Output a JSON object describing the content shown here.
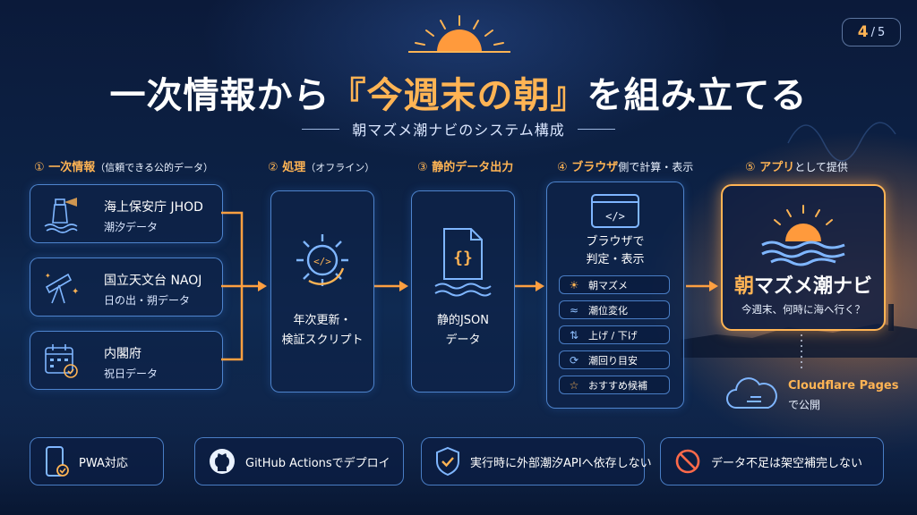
{
  "page": {
    "current": "4",
    "separator": "/",
    "total": "5"
  },
  "title": {
    "pre": "一次情報から",
    "hl": "『今週末の朝』",
    "post": "を組み立てる"
  },
  "subtitle": "朝マズメ潮ナビのシステム構成",
  "columns": [
    {
      "num": "①",
      "label": "一次情報",
      "note": "（信頼できる公的データ）"
    },
    {
      "num": "②",
      "label": "処理",
      "note": "（オフライン）"
    },
    {
      "num": "③",
      "label": "静的データ出力",
      "note": ""
    },
    {
      "num": "④",
      "label": "ブラウザ",
      "note": "側で計算・表示"
    },
    {
      "num": "⑤",
      "label": "アプリ",
      "note": "として提供"
    }
  ],
  "sources": [
    {
      "name": "海上保安庁 JHOD",
      "desc": "潮汐データ",
      "icon": "lighthouse-icon"
    },
    {
      "name": "国立天文台 NAOJ",
      "desc": "日の出・朔データ",
      "icon": "telescope-icon"
    },
    {
      "name": "内閣府",
      "desc": "祝日データ",
      "icon": "calendar-icon"
    }
  ],
  "process": {
    "line1": "年次更新・",
    "line2": "検証スクリプト"
  },
  "json_out": {
    "line1": "静的JSON",
    "line2": "データ"
  },
  "browser": {
    "line1": "ブラウザで",
    "line2": "判定・表示",
    "features": [
      "朝マズメ",
      "潮位変化",
      "上げ / 下げ",
      "潮回り目安",
      "おすすめ候補"
    ]
  },
  "app": {
    "name_hl": "朝",
    "name_rest": "マズメ潮ナビ",
    "tagline": "今週末、何時に海へ行く？"
  },
  "hosting": {
    "title": "Cloudflare Pages",
    "sub": "で公開"
  },
  "bottom": [
    {
      "label": "PWA対応",
      "icon": "phone-icon"
    },
    {
      "label": "GitHub Actionsでデプロイ",
      "icon": "github-icon"
    },
    {
      "label": "実行時に外部潮汐APIへ依存しない",
      "icon": "shield-check-icon"
    },
    {
      "label": "データ不足は架空補完しない",
      "icon": "prohibited-icon"
    }
  ],
  "colors": {
    "accent": "#ffb454",
    "frame": "#5a96e6",
    "bg": "#0d2347"
  }
}
